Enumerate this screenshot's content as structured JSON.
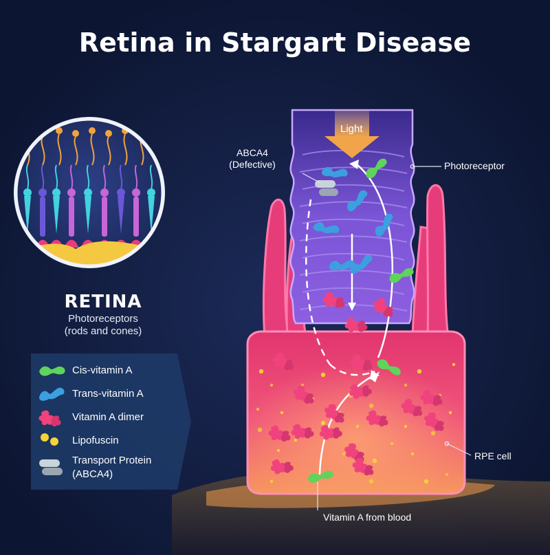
{
  "title": "Retina in Stargart Disease",
  "retina": {
    "heading": "RETINA",
    "subtitle_line1": "Photoreceptors",
    "subtitle_line2": "(rods and cones)"
  },
  "callouts": {
    "light": "Light",
    "abca4_line1": "ABCA4",
    "abca4_line2": "(Defective)",
    "photoreceptor": "Photoreceptor",
    "rpe_cell": "RPE cell",
    "vitamin_a_blood": "Vitamin A from blood"
  },
  "legend": {
    "items": [
      {
        "label": "Cis-vitamin A",
        "icon": "cis-vitamin-a-icon",
        "color": "#5fd35a"
      },
      {
        "label": "Trans-vitamin A",
        "icon": "trans-vitamin-a-icon",
        "color": "#3c9fe0"
      },
      {
        "label": "Vitamin A dimer",
        "icon": "vitamin-a-dimer-icon",
        "color": "#f0437e"
      },
      {
        "label": "Lipofuscin",
        "icon": "lipofuscin-icon",
        "color": "#f3d43a"
      },
      {
        "label_line1": "Transport Protein",
        "label_line2": "(ABCA4)",
        "icon": "transport-protein-icon",
        "color": "#c9d3da"
      }
    ]
  },
  "colors": {
    "background": "#0f1b3a",
    "rpe_pink": "#e63d7a",
    "photoreceptor_purple": "#7b4fd4",
    "lipofuscin_yellow": "#f3d43a"
  }
}
